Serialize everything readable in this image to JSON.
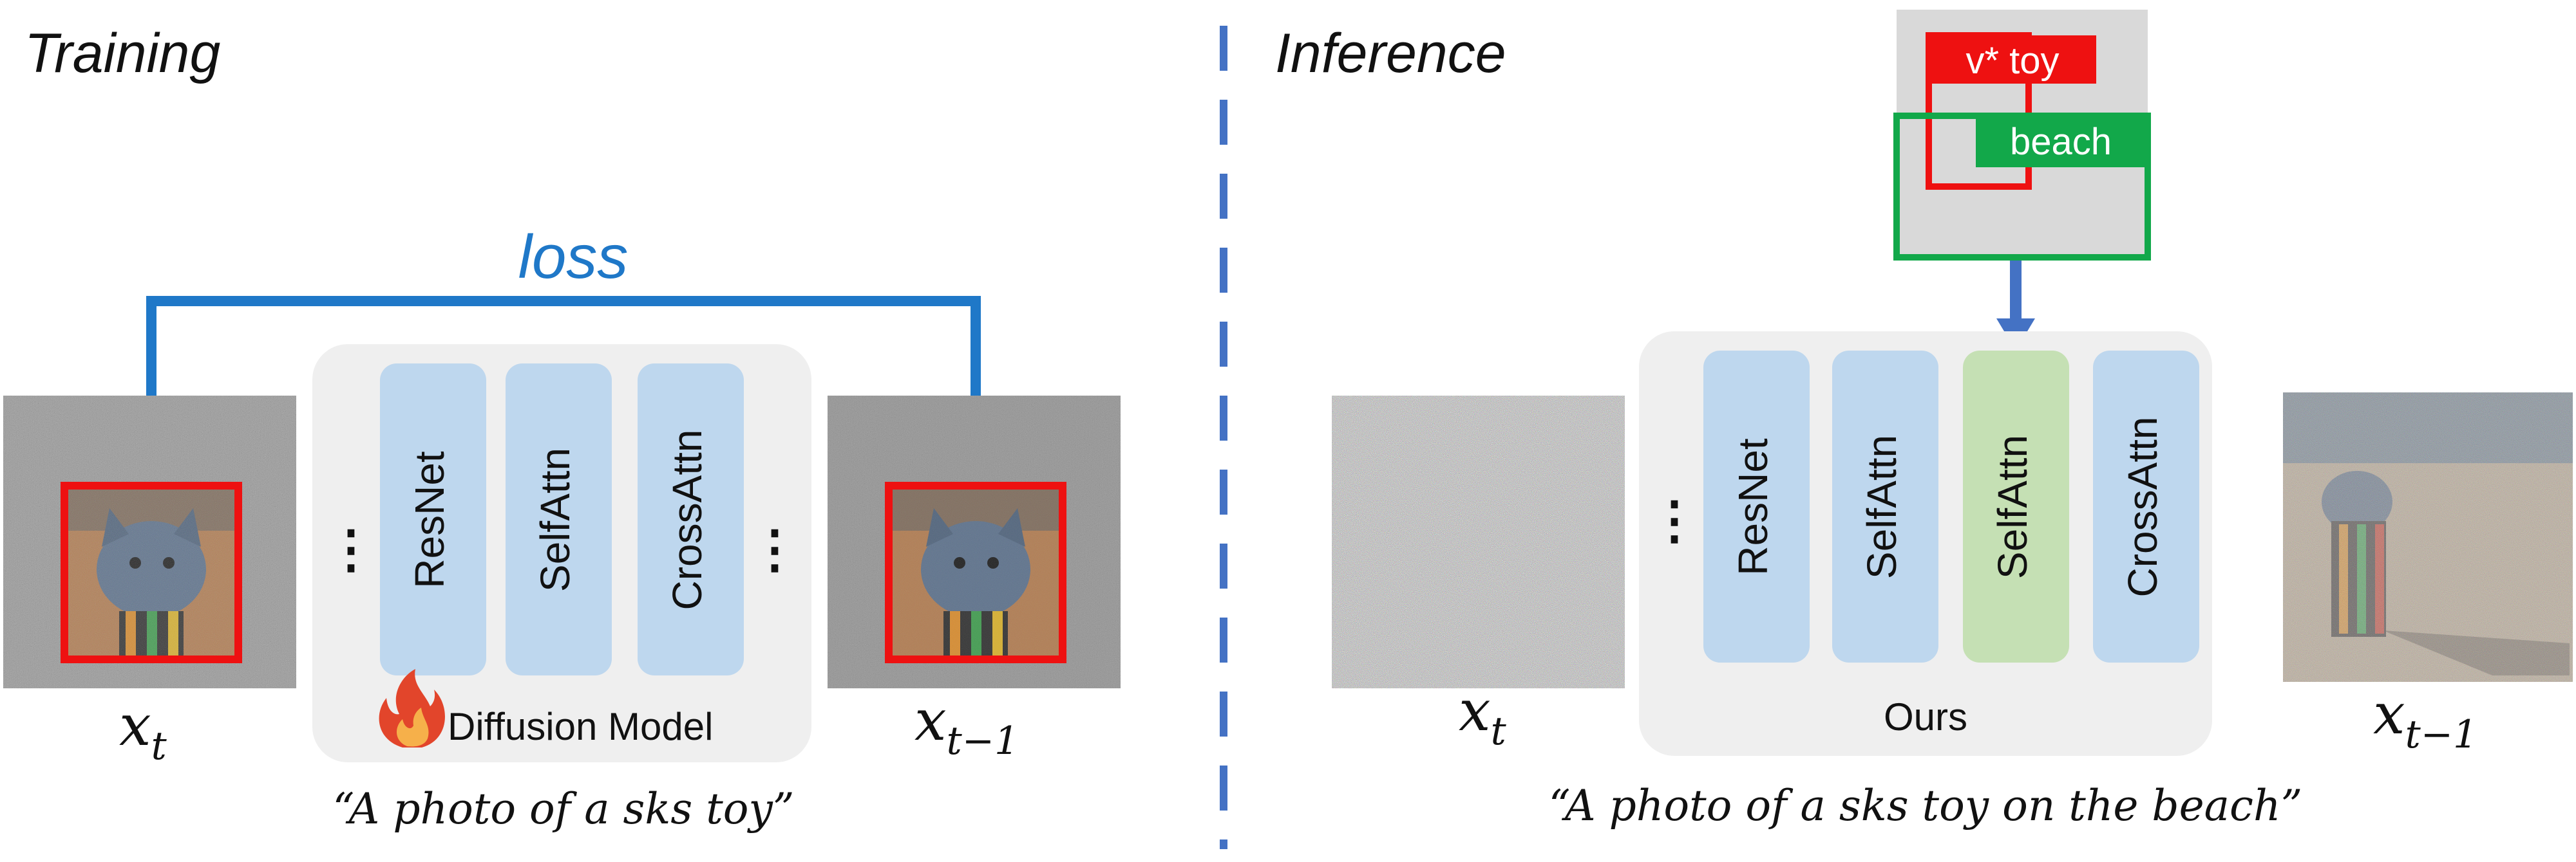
{
  "training": {
    "title": "Training",
    "loss_label": "loss",
    "blocks": [
      "ResNet",
      "SelfAttn",
      "CrossAttn"
    ],
    "model_label": "Diffusion Model",
    "model_icon": "fire-icon",
    "input_var": "x",
    "input_sub": "t",
    "output_var": "x",
    "output_sub": "t−1",
    "prompt": "“A photo of a sks toy”",
    "ellipsis": "⋮"
  },
  "inference": {
    "title": "Inference",
    "mask_labels": {
      "subject": "v* toy",
      "scene": "beach"
    },
    "blocks": [
      "ResNet",
      "SelfAttn",
      "SelfAttn",
      "CrossAttn"
    ],
    "model_label": "Ours",
    "input_var": "x",
    "input_sub": "t",
    "output_var": "x",
    "output_sub": "t−1",
    "prompt": "“A photo of a sks toy on the beach”",
    "ellipsis": "⋮"
  },
  "colors": {
    "block_blue": "#bed7ee",
    "block_green": "#c5e0b4",
    "model_bg": "#efefef",
    "loss_arrow": "#1f78c8",
    "mask_arrow": "#4472c4",
    "divider": "#4472c4",
    "red": "#ee1111",
    "green": "#12a84a",
    "noise_gray": "#7a7a7a",
    "mask_bg": "#d9d9d9"
  }
}
